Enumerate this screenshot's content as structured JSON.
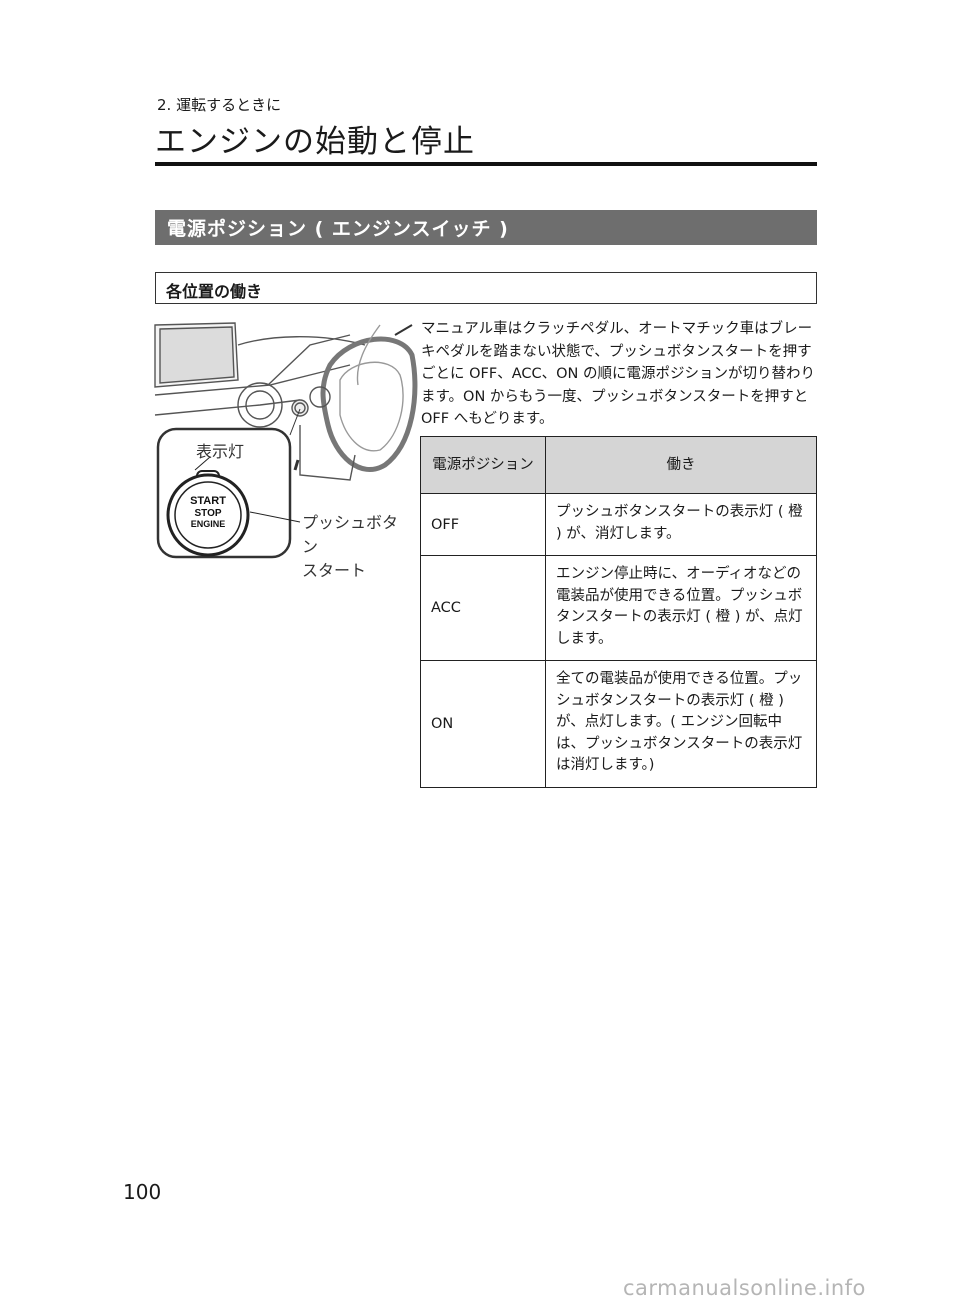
{
  "header": {
    "chapter": "2. 運転するときに",
    "title": "エンジンの始動と停止"
  },
  "section": {
    "title": "電源ポジション ( エンジンスイッチ )"
  },
  "subsection": {
    "title": "各位置の働き"
  },
  "description": "マニュアル車はクラッチペダル、オートマチック車はブレーキペダルを踏まない状態で、プッシュボタンスタートを押すごとに OFF、ACC、ON の順に電源ポジションが切り替わります。ON からもう一度、プッシュボタンスタートを押すと OFF へもどります。",
  "illustration": {
    "indicator_label": "表示灯",
    "button_label": "プッシュボタン\nスタート",
    "button_text": [
      "START",
      "STOP",
      "ENGINE"
    ]
  },
  "table": {
    "headers": [
      "電源ポジション",
      "働き"
    ],
    "rows": [
      {
        "position": "OFF",
        "function": "プッシュボタンスタートの表示灯 ( 橙 ) が、消灯します。"
      },
      {
        "position": "ACC",
        "function": "エンジン停止時に、オーディオなどの電装品が使用できる位置。プッシュボタンスタートの表示灯 ( 橙 ) が、点灯します。"
      },
      {
        "position": "ON",
        "function": "全ての電装品が使用できる位置。プッシュボタンスタートの表示灯 ( 橙 ) が、点灯します。( エンジン回転中は、プッシュボタンスタートの表示灯は消灯します。)"
      }
    ]
  },
  "page_number": "100",
  "footer": "carmanualsonline.info"
}
